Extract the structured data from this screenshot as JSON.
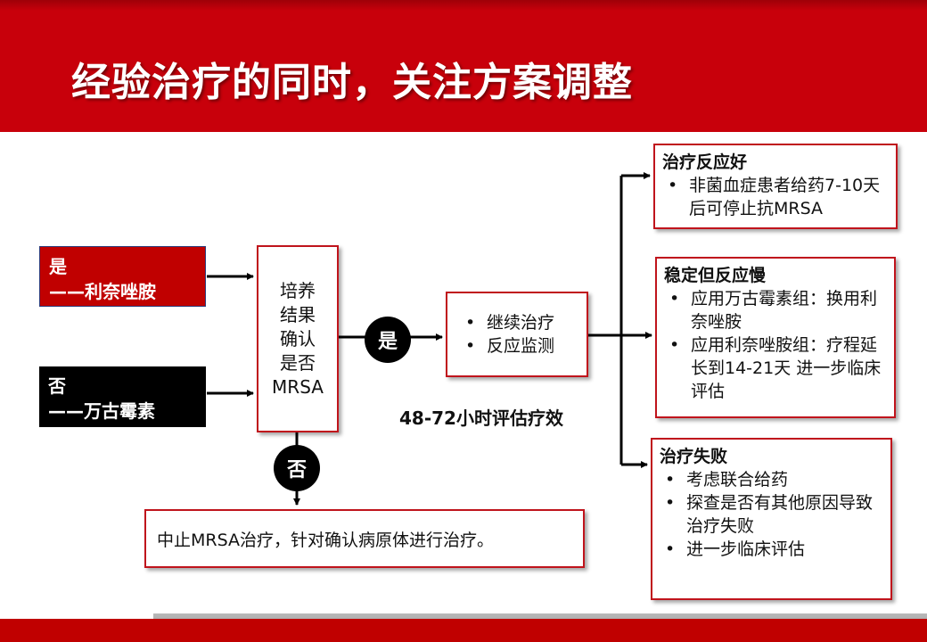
{
  "header": {
    "title": "经验治疗的同时，关注方案调整"
  },
  "left": {
    "yes": {
      "line1": "是",
      "line2": "——利奈唑胺"
    },
    "no": {
      "line1": "否",
      "line2": "——万古霉素"
    }
  },
  "culture_box": {
    "lines": [
      "培养",
      "结果",
      "确认",
      "是否",
      "MRSA"
    ]
  },
  "decision": {
    "yes_label": "是",
    "no_label": "否"
  },
  "continue_box": {
    "items": [
      "继续治疗",
      "反应监测"
    ]
  },
  "eval_label": "48-72小时评估疗效",
  "stop_box": {
    "text": "中止MRSA治疗，针对确认病原体进行治疗。"
  },
  "good_response": {
    "title": "治疗反应好",
    "items": [
      "非菌血症患者给药7-10天后可停止抗MRSA"
    ]
  },
  "slow_response": {
    "title": "稳定但反应慢",
    "items": [
      "应用万古霉素组：换用利奈唑胺",
      "应用利奈唑胺组：疗程延长到14-21天 进一步临床评估"
    ]
  },
  "failure": {
    "title": "治疗失败",
    "items": [
      "考虑联合给药",
      "探查是否有其他原因导致治疗失败",
      "进一步临床评估"
    ]
  },
  "colors": {
    "brand_red": "#c8000b",
    "box_border": "#c0141c",
    "black": "#000000"
  }
}
